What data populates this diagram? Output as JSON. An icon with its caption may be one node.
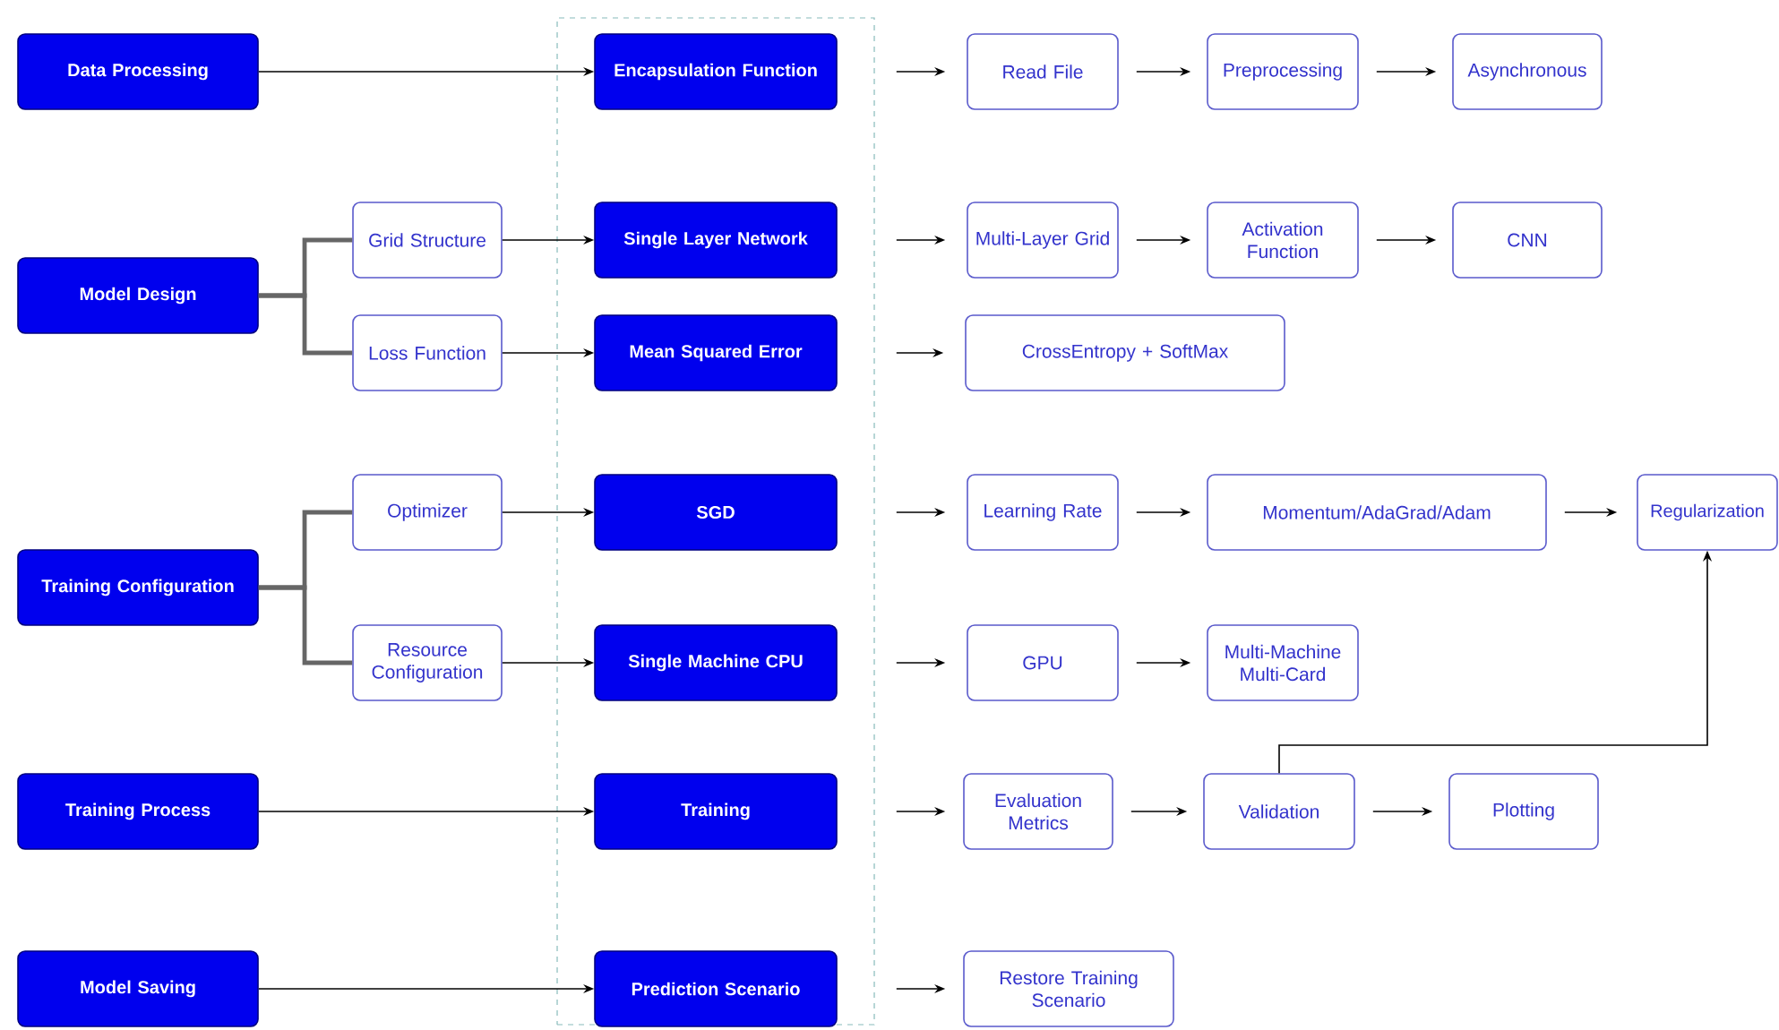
{
  "diagram": {
    "nodes": [
      {
        "text": [],
        "shape": "box"
      },
      {
        "text": [
          "Data Processing"
        ]
      },
      {
        "text": [
          "Model Design"
        ]
      },
      {
        "text": [
          "Grid Structure"
        ]
      },
      {
        "text": [
          "Loss Function"
        ]
      },
      {
        "text": [
          "Training Configuration"
        ]
      },
      {
        "text": [
          "Optimizer"
        ]
      },
      {
        "text": [
          "Resource Configuration"
        ]
      },
      {
        "text": [
          "Training Process"
        ]
      },
      {
        "text": [
          "Model Saving"
        ]
      },
      {
        "text": [
          "Encapsulation Function"
        ],
        "in": 0
      },
      {
        "text": [
          "Single Layer Network"
        ],
        "in": 0
      },
      {
        "text": [
          "Mean Squared Error"
        ],
        "in": 0
      },
      {
        "text": [
          "SGD"
        ],
        "in": 0
      },
      {
        "text": [
          "Single Machine CPU"
        ],
        "in": 0
      },
      {
        "text": [
          "Training"
        ],
        "in": 0
      },
      {
        "text": [
          "Prediction Scenario"
        ],
        "in": 0
      },
      {
        "text": [
          "Read File"
        ]
      },
      {
        "text": [
          "Preprocessing"
        ]
      },
      {
        "text": [
          "Asynchronous"
        ]
      },
      {
        "text": [
          "Multi-Layer Grid"
        ]
      },
      {
        "text": [
          "Activation Function"
        ]
      },
      {
        "text": [
          "CNN"
        ]
      },
      {
        "text": [
          "CrossEntropy + SoftMax"
        ]
      },
      {
        "text": [
          "Learning Rate"
        ]
      },
      {
        "text": [
          "Momentum/AdaGrad/Adam"
        ]
      },
      {
        "text": [
          "Regularization"
        ]
      },
      {
        "text": [
          "GPU"
        ]
      },
      {
        "text": [
          "Multi-Machine Multi-Card"
        ]
      },
      {
        "text": [
          "Evaluation Metrics"
        ]
      },
      {
        "text": [
          "Validation"
        ]
      },
      {
        "text": [
          "Plotting"
        ]
      },
      {
        "text": [
          "Restore Training Scenario"
        ]
      }
    ],
    "edges": [
      {
        "from": 1,
        "to": 10,
        "arrow": "to"
      },
      {
        "from": 2,
        "to": 3,
        "arrow": "none",
        "style": "thick",
        "color": "#666666"
      },
      {
        "from": 2,
        "to": 4,
        "arrow": "none",
        "style": "thick",
        "color": "#666666"
      },
      {
        "from": 3,
        "to": 11,
        "arrow": "to"
      },
      {
        "from": 4,
        "to": 12,
        "arrow": "to"
      },
      {
        "from": 5,
        "to": 6,
        "arrow": "none",
        "style": "thick",
        "color": "#666666"
      },
      {
        "from": 5,
        "to": 7,
        "arrow": "none",
        "style": "thick",
        "color": "#666666"
      },
      {
        "from": 6,
        "to": 13,
        "arrow": "to"
      },
      {
        "from": 7,
        "to": 14,
        "arrow": "to"
      },
      {
        "from": 8,
        "to": 15,
        "arrow": "to"
      },
      {
        "from": 9,
        "to": 16,
        "arrow": "to"
      },
      {
        "from": 10,
        "to": 17,
        "arrow": "to"
      },
      {
        "from": 17,
        "to": 18,
        "arrow": "to"
      },
      {
        "from": 18,
        "to": 19,
        "arrow": "to"
      },
      {
        "from": 11,
        "to": 20,
        "arrow": "to"
      },
      {
        "from": 20,
        "to": 21,
        "arrow": "to"
      },
      {
        "from": 21,
        "to": 22,
        "arrow": "to"
      },
      {
        "from": 12,
        "to": 23,
        "arrow": "to"
      },
      {
        "from": 13,
        "to": 24,
        "arrow": "to"
      },
      {
        "from": 24,
        "to": 25,
        "arrow": "to"
      },
      {
        "from": 25,
        "to": 26,
        "arrow": "to"
      },
      {
        "from": 14,
        "to": 27,
        "arrow": "to"
      },
      {
        "from": 27,
        "to": 28,
        "arrow": "to"
      },
      {
        "from": 15,
        "to": 29,
        "arrow": "to"
      },
      {
        "from": 29,
        "to": 30,
        "arrow": "to"
      },
      {
        "from": 30,
        "to": 31,
        "arrow": "to"
      },
      {
        "from": 30,
        "to": 26,
        "arrow": "to"
      },
      {
        "from": 16,
        "to": 32,
        "arrow": "to"
      }
    ]
  }
}
